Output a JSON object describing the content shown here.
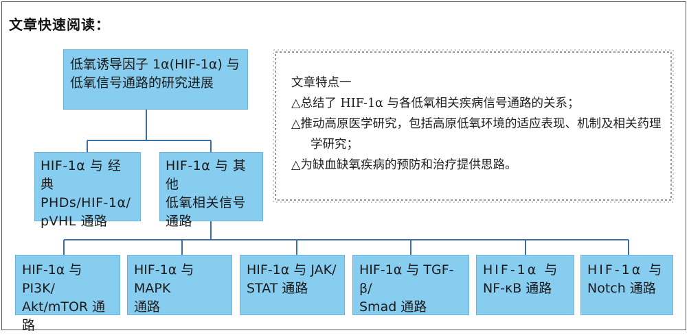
{
  "title": "文章快速阅读：",
  "root": {
    "line1": "低氧诱导因子 1α(HIF-1α) 与",
    "line2": "低氧信号通路的研究进展"
  },
  "level2": [
    {
      "lines": [
        "HIF-1α 与 经 典",
        "PHDs/HIF-1α/",
        "pVHL 通路"
      ]
    },
    {
      "lines": [
        "HIF-1α 与 其 他",
        "低氧相关信号",
        "通路"
      ]
    }
  ],
  "level3": [
    {
      "lines": [
        "HIF-1α 与 PI3K/",
        "Akt/mTOR 通路"
      ]
    },
    {
      "lines": [
        "HIF-1α 与 MAPK",
        "通路"
      ]
    },
    {
      "lines": [
        "HIF-1α 与 JAK/",
        "STAT 通路"
      ]
    },
    {
      "lines": [
        "HIF-1α 与 TGF-β/",
        "Smad 通路"
      ]
    },
    {
      "lines": [
        "HIF-1α 与",
        "NF-κB 通路"
      ]
    },
    {
      "lines": [
        "HIF-1α 与",
        "Notch 通路"
      ]
    }
  ],
  "features": {
    "heading": "文章特点一",
    "points": [
      "△总结了 HIF-1α 与各低氧相关疾病信号通路的关系；",
      "△推动高原医学研究，包括高原低氧环境的适应表现、机制及相关药理学研究；",
      "△为缺血缺氧疾病的预防和治疗提供思路。"
    ]
  },
  "colors": {
    "node_fill": "#87cdf0",
    "connector": "#3a6ea5",
    "border": "#555555"
  }
}
